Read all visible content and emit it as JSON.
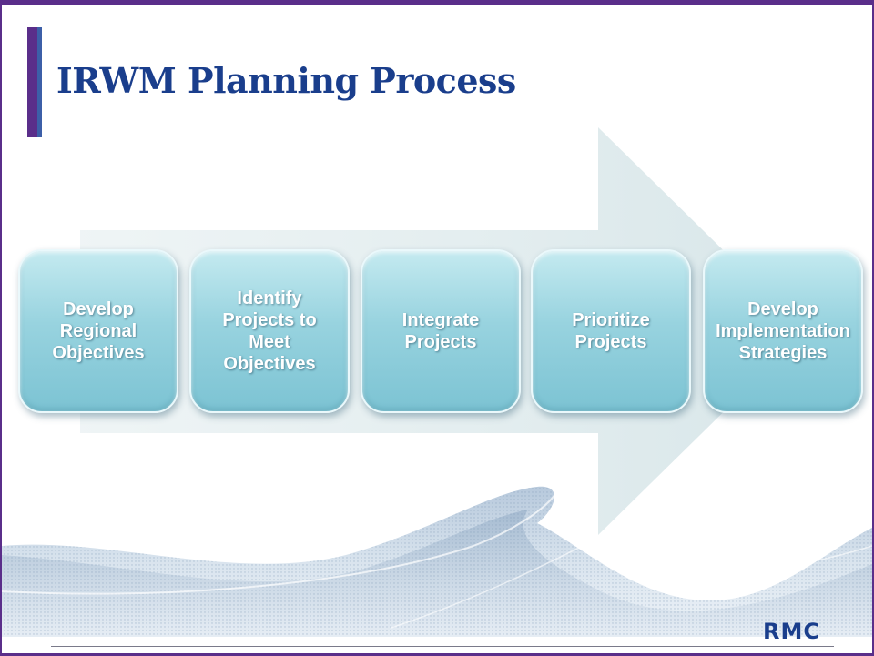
{
  "slide": {
    "title": "IRWM Planning Process",
    "steps": [
      {
        "label": "Develop\nRegional\nObjectives"
      },
      {
        "label": "Identify\nProjects to\nMeet\nObjectives"
      },
      {
        "label": "Integrate\nProjects"
      },
      {
        "label": "Prioritize\nProjects"
      },
      {
        "label": "Develop\nImplementation\nStrategies"
      }
    ],
    "logo_text": "RMC"
  },
  "colors": {
    "title": "#1a3e8c",
    "border": "#5a2e8a",
    "step_fill": "#98d3df",
    "arrow_fill": "#e3eef0"
  }
}
